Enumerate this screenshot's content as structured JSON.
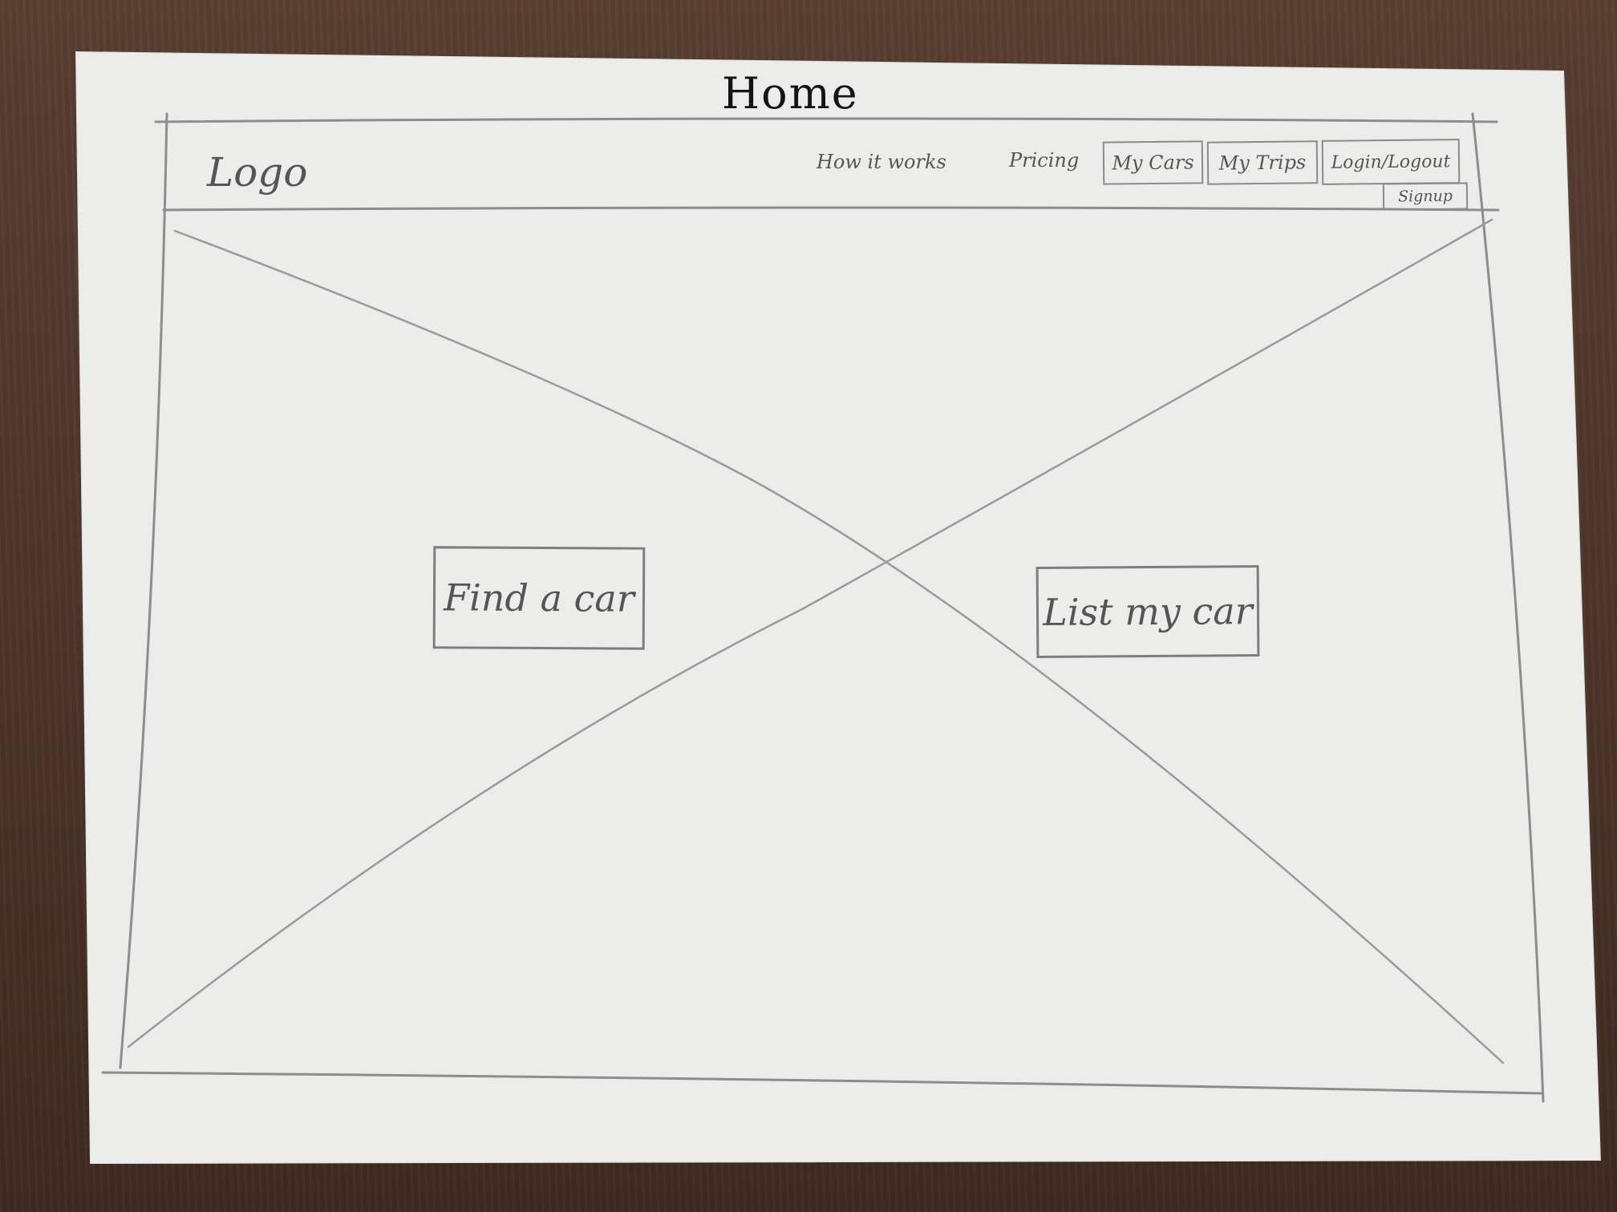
{
  "page": {
    "title": "Home"
  },
  "header": {
    "logo": "Logo",
    "nav": {
      "how_it_works": "How it works",
      "pricing": "Pricing",
      "my_cars": "My Cars",
      "my_trips": "My Trips",
      "login_logout": "Login/Logout",
      "signup": "Signup"
    }
  },
  "hero": {
    "find_button": "Find a car",
    "list_button": "List my car"
  },
  "colors": {
    "paper": "#ececea",
    "pencil": "#8d8d8d",
    "ink": "#141414",
    "table": "#4e352a"
  },
  "icons": {
    "hero_placeholder": "image-placeholder-x-icon"
  }
}
